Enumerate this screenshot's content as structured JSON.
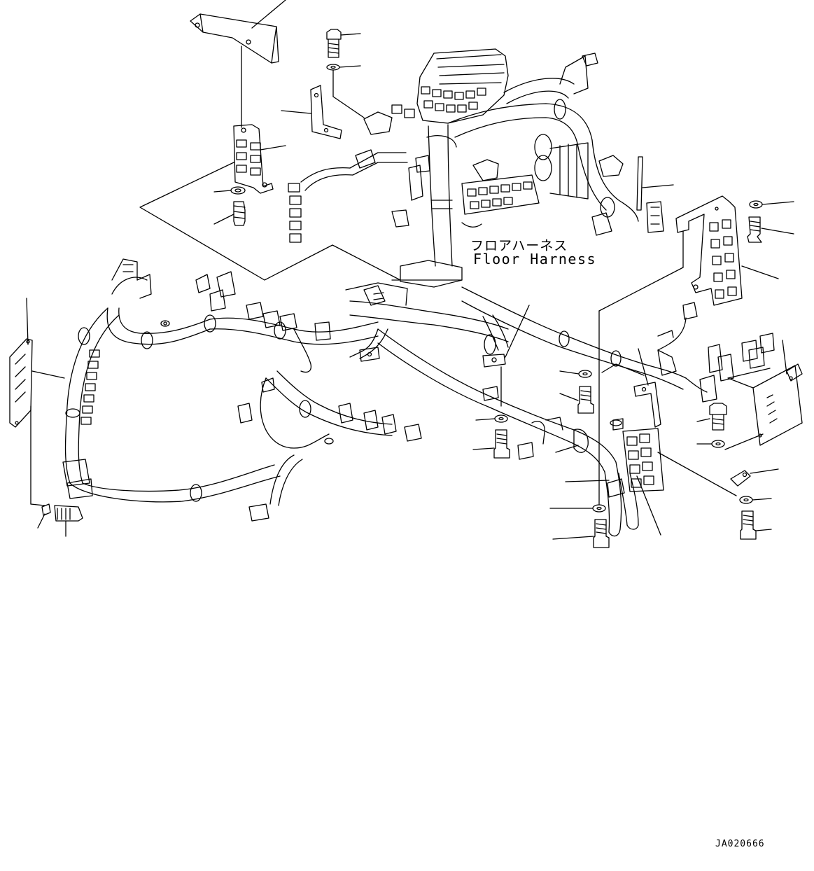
{
  "diagram": {
    "title_jp": "フロアハーネス",
    "title_en": "Floor Harness",
    "drawing_id": "JA020666"
  },
  "colors": {
    "line": "#000000",
    "background": "#ffffff"
  }
}
